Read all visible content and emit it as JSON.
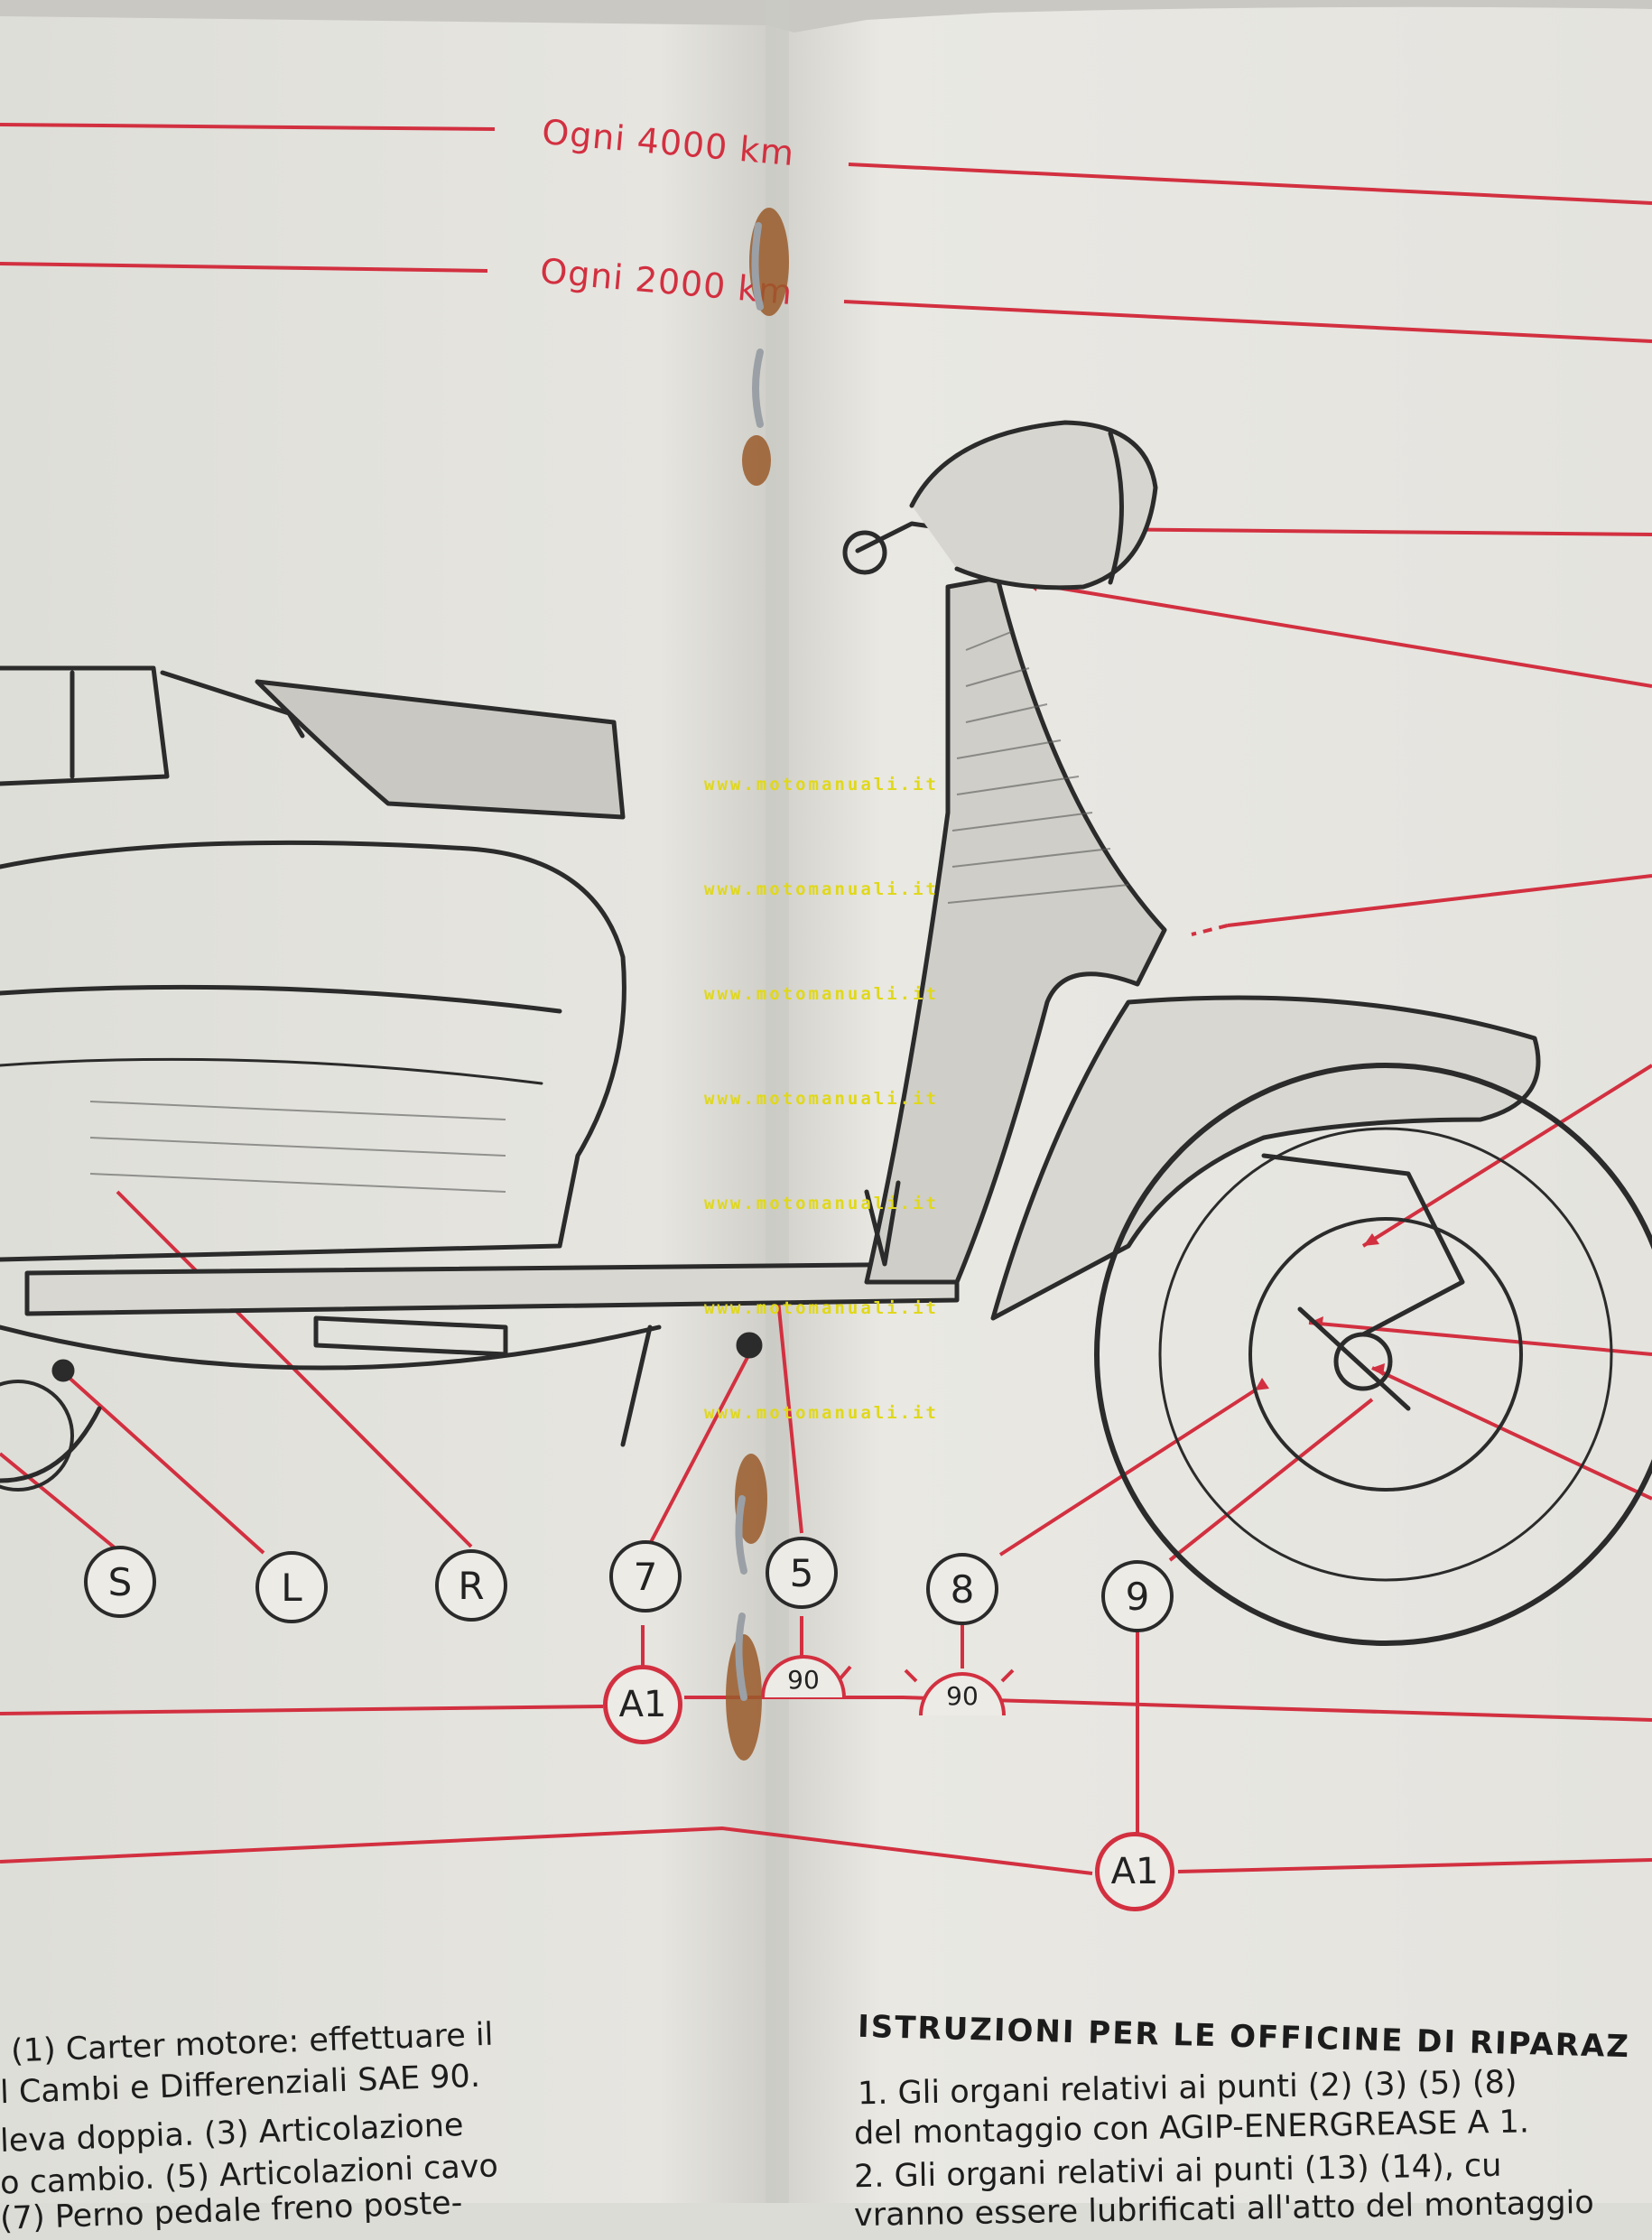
{
  "header": {
    "interval_4000": "Ogni 4000 km",
    "interval_2000": "Ogni 2000 km"
  },
  "callouts": {
    "s": "S",
    "l": "L",
    "r": "R",
    "seven": "7",
    "five": "5",
    "eight": "8",
    "nine": "9",
    "a1_left": "A1",
    "a1_right": "A1",
    "gear_90_left": "90",
    "gear_90_right": "90"
  },
  "watermark": "www.motomanuali.it",
  "left_column": {
    "lines": [
      "(1) Carter motore: effettuare il",
      "l Cambi e Differenziali SAE 90.",
      "leva doppia. (3) Articolazione",
      "o cambio. (5) Articolazioni cavo",
      "(7) Perno pedale freno poste-"
    ]
  },
  "right_column": {
    "heading": "ISTRUZIONI PER LE OFFICINE DI RIPARAZ",
    "lines": [
      "1.  Gli organi relativi ai punti (2) (3) (5) (8)",
      "del montaggio con AGIP-ENERGREASE A 1.",
      "2.  Gli organi relativi ai punti (13) (14), cu",
      "vranno essere lubrificati all'atto del montaggio"
    ]
  },
  "colors": {
    "accent_red": "#d23040",
    "paper": "#e7e6e1",
    "ink": "#222222",
    "watermark": "#e0d81a"
  }
}
